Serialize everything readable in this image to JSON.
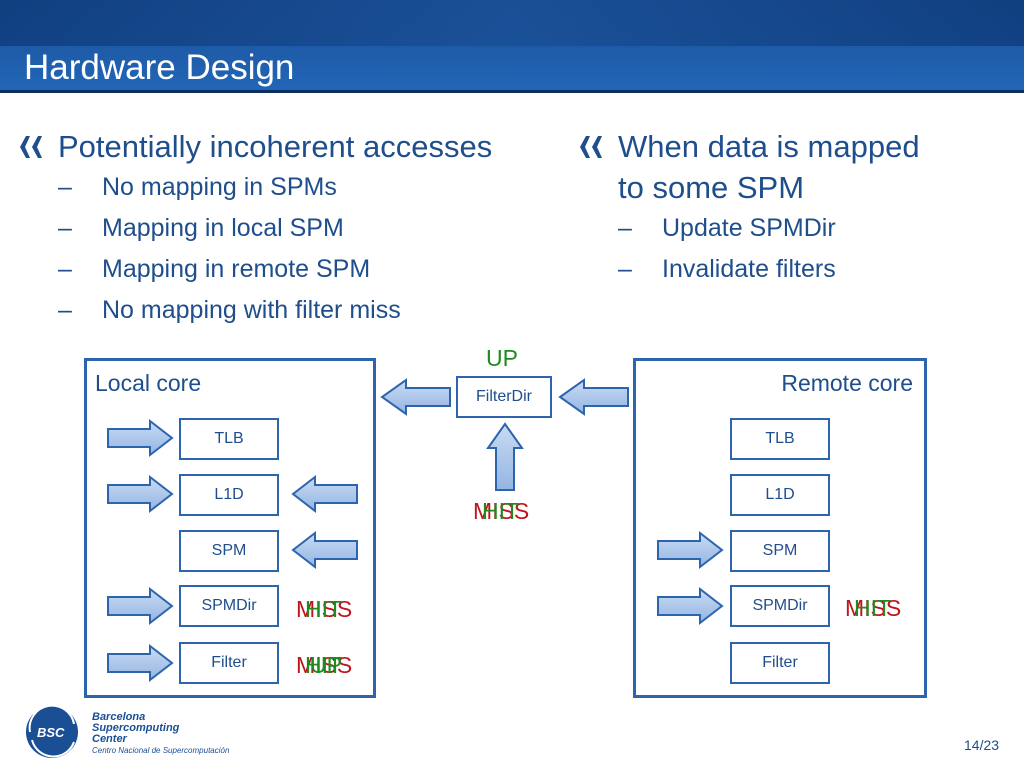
{
  "slide": {
    "title": "Hardware Design",
    "page_number": "14/23"
  },
  "left_column": {
    "heading": "Potentially incoherent accesses",
    "items": [
      "No mapping in SPMs",
      "Mapping in local SPM",
      "Mapping in remote SPM",
      "No mapping with filter miss"
    ]
  },
  "right_column": {
    "heading_line1": "When data is mapped",
    "heading_line2": "to some SPM",
    "items": [
      "Update SPMDir",
      "Invalidate filters"
    ]
  },
  "diagram": {
    "local_core": {
      "label": "Local core",
      "units": [
        "TLB",
        "L1D",
        "SPM",
        "SPMDir",
        "Filter"
      ]
    },
    "remote_core": {
      "label": "Remote core",
      "units": [
        "TLB",
        "L1D",
        "SPM",
        "SPMDir",
        "Filter"
      ]
    },
    "filterdir_label": "FilterDir",
    "up_label": "UP",
    "overlays": {
      "filterdir": [
        "MISS",
        "HIT"
      ],
      "local_spmdir": [
        "MISS",
        "HIT"
      ],
      "local_filter": [
        "MISS",
        "HIT",
        "UP"
      ],
      "remote_spmdir": [
        "MISS",
        "HIT"
      ]
    }
  },
  "logo": {
    "mark": "BSC",
    "line1": "Barcelona",
    "line2": "Supercomputing",
    "line3": "Center",
    "line4": "Centro Nacional de Supercomputación"
  },
  "colors": {
    "header": "#1e5aa6",
    "text_blue": "#1f4e8c",
    "box_border": "#2d64ae",
    "arrow_fill": "#a9c4ea",
    "hit_green": "#1f8a1f",
    "miss_red": "#c0141c"
  }
}
